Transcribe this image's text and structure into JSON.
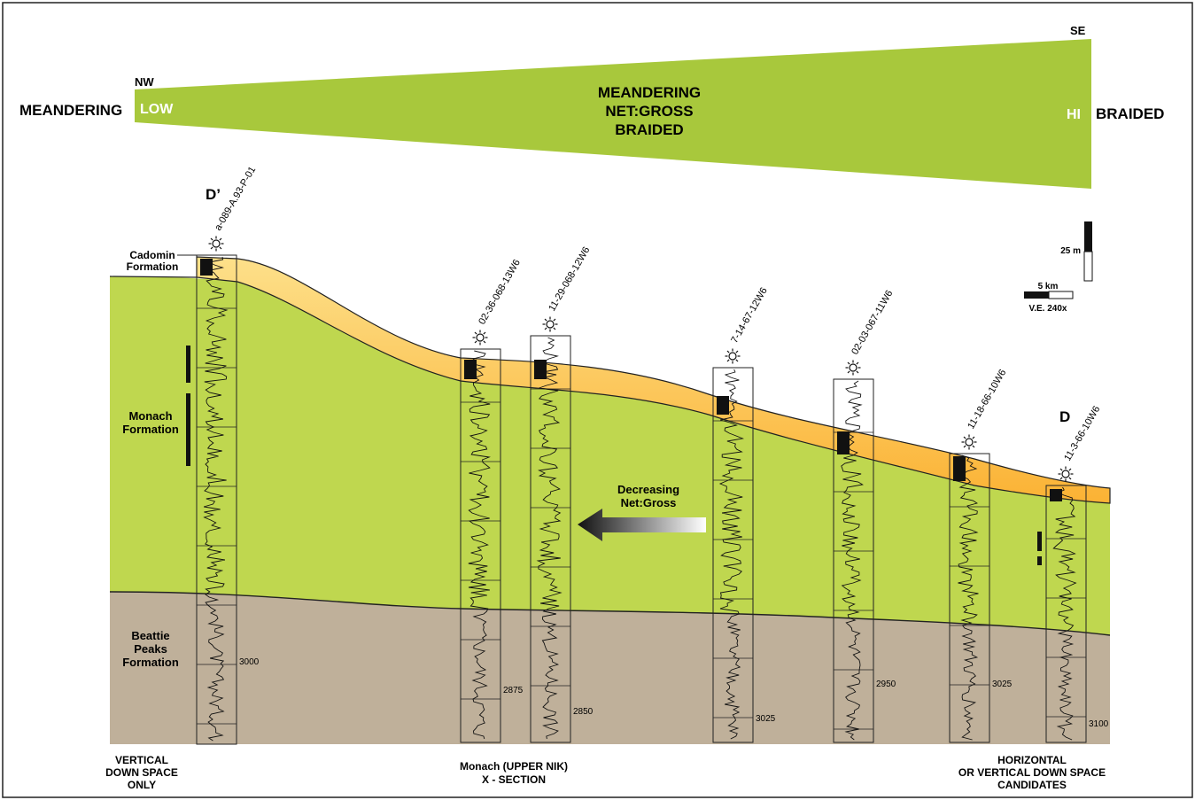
{
  "colors": {
    "wedge_green": "#a8c83c",
    "formation_green": "#bfd74f",
    "cadomin_orange": "#fbb234",
    "cadomin_light": "#fde08a",
    "beattie_tan": "#bfb09a",
    "log_ink": "#111111"
  },
  "wedge": {
    "nw": "NW",
    "se": "SE",
    "left_label": "MEANDERING",
    "right_label": "BRAIDED",
    "low": "LOW",
    "hi": "HI",
    "center_line1": "MEANDERING",
    "center_line2": "NET:GROSS",
    "center_line3": "BRAIDED"
  },
  "section": {
    "d_prime": "D’",
    "d": "D",
    "formations": {
      "cadomin_line1": "Cadomin",
      "cadomin_line2": "Formation",
      "monach_line1": "Monach",
      "monach_line2": "Formation",
      "beattie_line1": "Beattie",
      "beattie_line2": "Peaks",
      "beattie_line3": "Formation"
    },
    "wells": [
      {
        "name": "a-089-A.93-P-01",
        "depth": "3000"
      },
      {
        "name": "02-36-068-13W6",
        "depth": "2875"
      },
      {
        "name": "11-29-068-12W6",
        "depth": "2850"
      },
      {
        "name": "7-14-67-12W6",
        "depth": "3025"
      },
      {
        "name": "02-03-067-11W6",
        "depth": "2950"
      },
      {
        "name": "11-18-66-10W6",
        "depth": "3025"
      },
      {
        "name": "11-3-66-10W6",
        "depth": "3100"
      }
    ],
    "arrow_line1": "Decreasing",
    "arrow_line2": "Net:Gross"
  },
  "scale": {
    "vertical": "25 m",
    "horizontal": "5 km",
    "ve": "V.E. 240x"
  },
  "footer": {
    "left_line1": "VERTICAL",
    "left_line2": "DOWN SPACE",
    "left_line3": "ONLY",
    "center_line1": "Monach (UPPER NIK)",
    "center_line2": "X - SECTION",
    "right_line1": "HORIZONTAL",
    "right_line2": "OR VERTICAL DOWN SPACE",
    "right_line3": "CANDIDATES"
  }
}
